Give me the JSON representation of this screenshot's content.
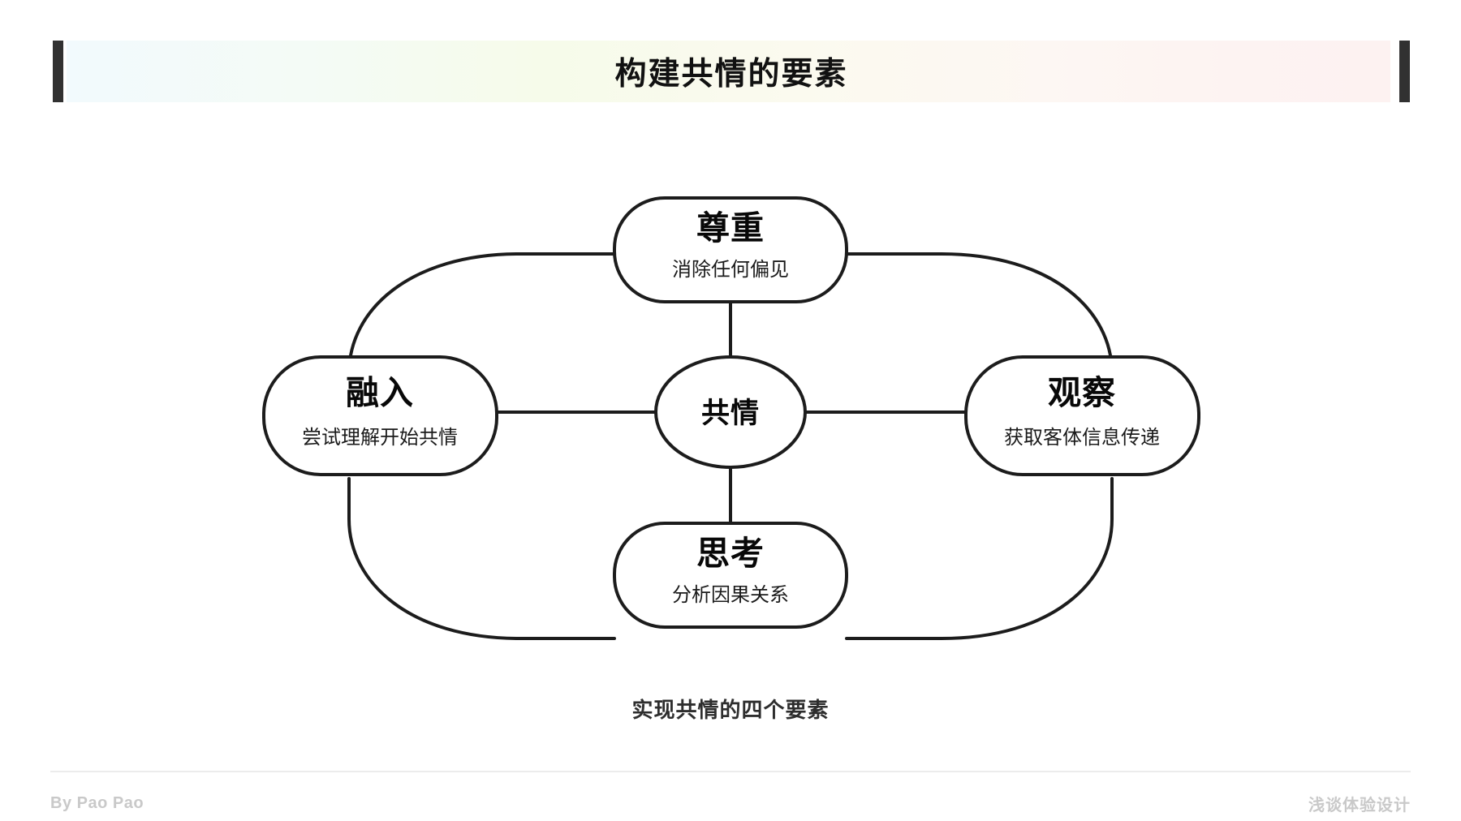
{
  "slide": {
    "title": "构建共情的要素",
    "caption": "实现共情的四个要素",
    "accent_dark": "#313131",
    "stroke_color": "#1c1c1c",
    "banner_gradient_start": "#f2fafd",
    "banner_gradient_mid": "#f6fbea",
    "banner_gradient_end": "#fdf2f1"
  },
  "diagram": {
    "type": "hub-and-spoke",
    "center": {
      "id": "empathy",
      "title": "共情",
      "subtitle": ""
    },
    "nodes": [
      {
        "id": "respect",
        "position": "top",
        "title": "尊重",
        "subtitle": "消除任何偏见"
      },
      {
        "id": "observe",
        "position": "right",
        "title": "观察",
        "subtitle": "获取客体信息传递"
      },
      {
        "id": "think",
        "position": "bottom",
        "title": "思考",
        "subtitle": "分析因果关系"
      },
      {
        "id": "immerse",
        "position": "left",
        "title": "融入",
        "subtitle": "尝试理解开始共情"
      }
    ],
    "spokes": [
      {
        "from": "empathy",
        "to": "respect"
      },
      {
        "from": "empathy",
        "to": "observe"
      },
      {
        "from": "empathy",
        "to": "think"
      },
      {
        "from": "empathy",
        "to": "immerse"
      }
    ],
    "ring_arcs": [
      {
        "from": "respect",
        "to": "immerse"
      },
      {
        "from": "respect",
        "to": "observe"
      },
      {
        "from": "immerse",
        "to": "think"
      },
      {
        "from": "observe",
        "to": "think"
      }
    ]
  },
  "footer": {
    "left": "By Pao Pao",
    "right": "浅谈体验设计"
  }
}
